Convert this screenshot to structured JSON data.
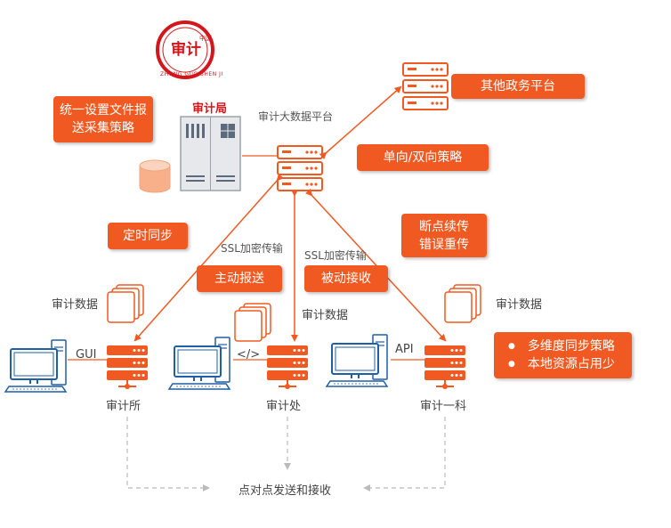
{
  "logo": {
    "glyphs": "审计",
    "tiny": "中国",
    "ring_text": "ZHONG GUO SHEN JI"
  },
  "hq": {
    "title": "审计局"
  },
  "platform": {
    "title": "审计大数据平台"
  },
  "callouts": {
    "collect_policy": [
      "统一设置文件报",
      "送采集策略"
    ],
    "other_platforms": "其他政务平台",
    "direction_policy": "单向/双向策略",
    "scheduled_sync": "定时同步",
    "resume": [
      "断点续传",
      "错误重传"
    ],
    "active_report": "主动报送",
    "passive_receive": "被动接收",
    "features": [
      "多维度同步策略",
      "本地资源占用少"
    ]
  },
  "links": {
    "ssl_left": "SSL加密传输",
    "ssl_mid": "SSL加密传输"
  },
  "data_labels": {
    "left": "审计数据",
    "mid": "审计数据",
    "right": "审计数据"
  },
  "interfaces": {
    "gui": "GUI",
    "code": "</>",
    "api": "API"
  },
  "nodes": {
    "left": "审计所",
    "mid": "审计处",
    "right": "审计一科"
  },
  "p2p": "点对点发送和接收",
  "colors": {
    "accent": "#f05a22",
    "brand_red": "#d4161c",
    "line_gray": "#bbbbbb",
    "monitor_blue": "#1f5fa6"
  }
}
